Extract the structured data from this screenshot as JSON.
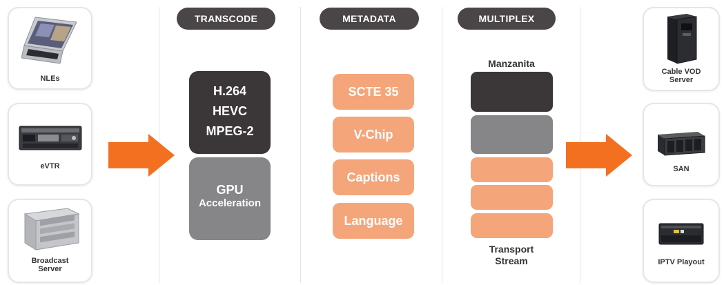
{
  "inputs": [
    {
      "label": "NLEs",
      "icon": "laptop-icon"
    },
    {
      "label": "eVTR",
      "icon": "vtr-deck-icon"
    },
    {
      "label": "Broadcast Server",
      "label_lines": [
        "Broadcast",
        "Server"
      ],
      "icon": "broadcast-server-icon"
    }
  ],
  "outputs": [
    {
      "label": "Cable VOD Server",
      "label_lines": [
        "Cable VOD",
        "Server"
      ],
      "icon": "tower-server-icon"
    },
    {
      "label": "SAN",
      "icon": "san-rack-icon"
    },
    {
      "label": "IPTV Playout",
      "icon": "iptv-playout-icon"
    }
  ],
  "stages": {
    "transcode": {
      "title": "TRANSCODE",
      "codecs": [
        "H.264",
        "HEVC",
        "MPEG-2"
      ],
      "gpu": [
        "GPU",
        "Acceleration"
      ]
    },
    "metadata": {
      "title": "METADATA",
      "items": [
        "SCTE 35",
        "V-Chip",
        "Captions",
        "Language"
      ]
    },
    "multiplex": {
      "title": "MULTIPLEX",
      "top_label": "Manzanita",
      "bottom_label": [
        "Transport",
        "Stream"
      ]
    }
  },
  "colors": {
    "pill": "#4a4547",
    "dark_block": "#3b3738",
    "gray_block": "#868587",
    "orange_light": "#f4a57a",
    "arrow_orange": "#f37021"
  }
}
